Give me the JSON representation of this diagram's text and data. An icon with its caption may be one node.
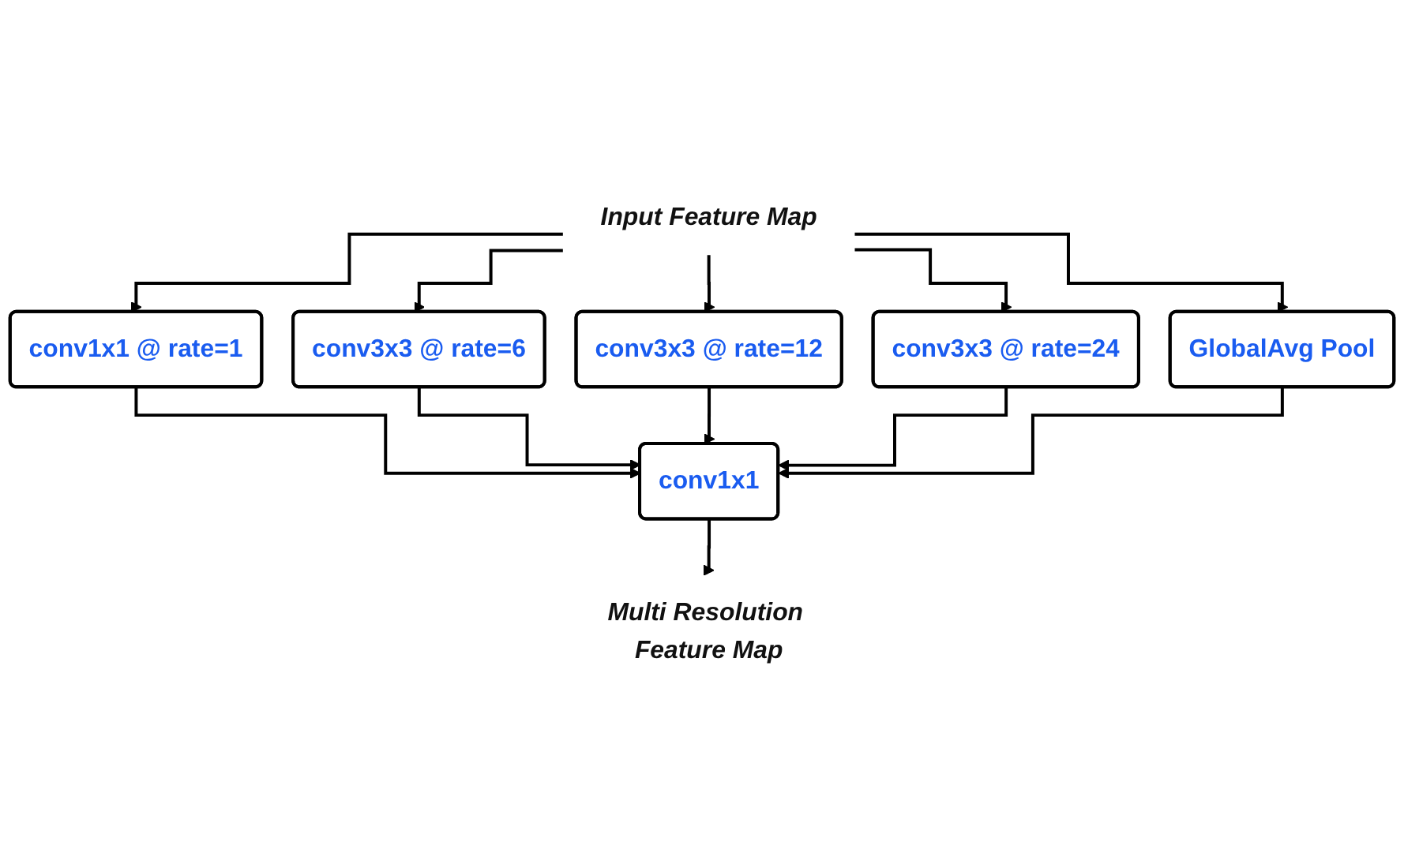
{
  "diagram": {
    "nodes": [
      {
        "text": [
          "Input Feature Map"
        ]
      },
      {
        "text": [
          "conv1x1 @ rate=1"
        ]
      },
      {
        "text": [
          "conv3x3 @ rate=6"
        ]
      },
      {
        "text": [
          "conv3x3 @ rate=12"
        ]
      },
      {
        "text": [
          "conv3x3 @ rate=24"
        ]
      },
      {
        "text": [
          "GlobalAvg Pool"
        ]
      },
      {
        "text": [
          "conv1x1"
        ]
      },
      {
        "text": [
          "Multi Resolution Feature Map"
        ]
      }
    ],
    "edges": [
      {
        "from": 0,
        "to": 1,
        "arrow": "to"
      },
      {
        "from": 0,
        "to": 2,
        "arrow": "to"
      },
      {
        "from": 0,
        "to": 3,
        "arrow": "to"
      },
      {
        "from": 0,
        "to": 4,
        "arrow": "to"
      },
      {
        "from": 0,
        "to": 5,
        "arrow": "to"
      },
      {
        "from": 1,
        "to": 6,
        "arrow": "to"
      },
      {
        "from": 2,
        "to": 6,
        "arrow": "to"
      },
      {
        "from": 3,
        "to": 6,
        "arrow": "to"
      },
      {
        "from": 4,
        "to": 6,
        "arrow": "to"
      },
      {
        "from": 5,
        "to": 6,
        "arrow": "to"
      },
      {
        "from": 6,
        "to": 7,
        "arrow": "to"
      }
    ]
  }
}
